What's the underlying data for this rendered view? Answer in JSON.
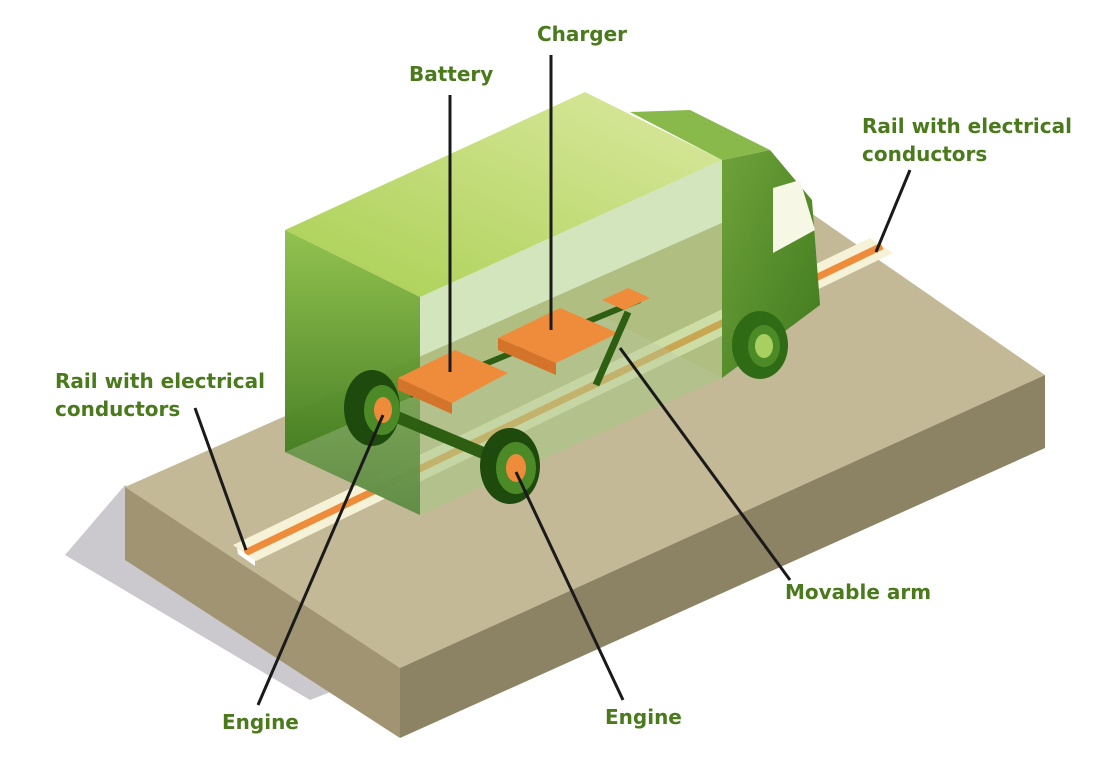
{
  "colors": {
    "label": "#4a7a1c",
    "truck_dark": "#3f7a1e",
    "truck_light": "#c8dc78",
    "component_orange": "#ee8c3c",
    "road_top": "#c4b996",
    "road_side": "#9b9070",
    "rail_cream": "#f5f2d8",
    "leader_line": "#1a1a1a"
  },
  "labels": {
    "charger": "Charger",
    "battery": "Battery",
    "rail_right": "Rail with electrical conductors",
    "rail_left": "Rail with electrical conductors",
    "movable_arm": "Movable arm",
    "engine_left": "Engine",
    "engine_right": "Engine"
  }
}
